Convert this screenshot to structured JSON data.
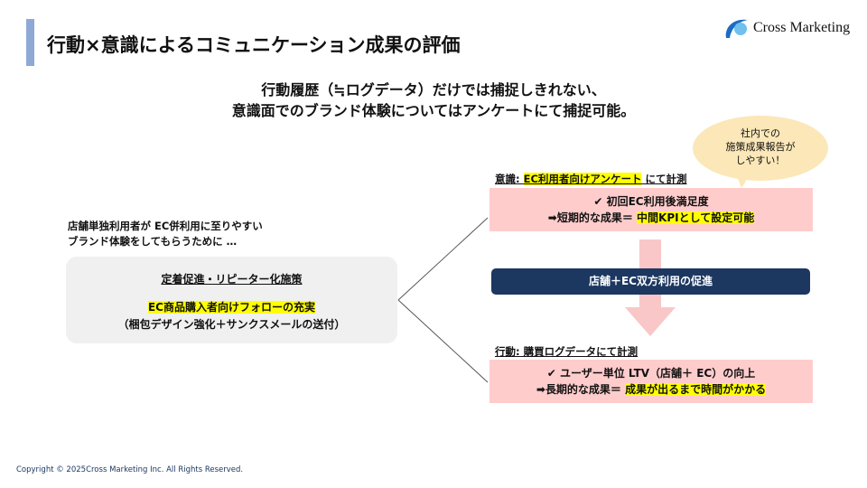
{
  "title": "行動×意識によるコミュニケーション成果の評価",
  "logo": "Cross Marketing",
  "headline": [
    "行動履歴（≒ログデータ）だけでは捕捉しきれない、",
    "意識面でのブランド体験についてはアンケートにて捕捉可能。"
  ],
  "bubble": [
    "社内での",
    "施策成果報告が",
    "しやすい！"
  ],
  "left": {
    "intro": [
      "店舗単独利用者が EC併利用に至りやすい",
      "ブランド体験をしてもらうために …"
    ],
    "box_title": "定着促進・リピーター化施策",
    "box_highlight": "EC商品購入者向けフォローの充実",
    "box_sub": "（梱包デザイン強化＋サンクスメールの送付）"
  },
  "top": {
    "label_prefix": "意識: ",
    "label_hl": "EC利用者向けアンケート",
    "label_suffix": " にて計測",
    "line1": "✔ 初回EC利用後満足度",
    "line2_prefix": "➡短期的な成果＝ ",
    "line2_hl": "中間KPIとして設定可能"
  },
  "middle": "店舗＋EC双方利用の促進",
  "bottom": {
    "label": "行動: 購買ログデータにて計測",
    "line1": "✔ ユーザー単位 LTV（店舗＋ EC）の向上",
    "line2_prefix": "➡長期的な成果＝ ",
    "line2_hl": "成果が出るまで時間がかかる"
  },
  "footer": "Copyright © 2025Cross Marketing Inc. All Rights Reserved."
}
